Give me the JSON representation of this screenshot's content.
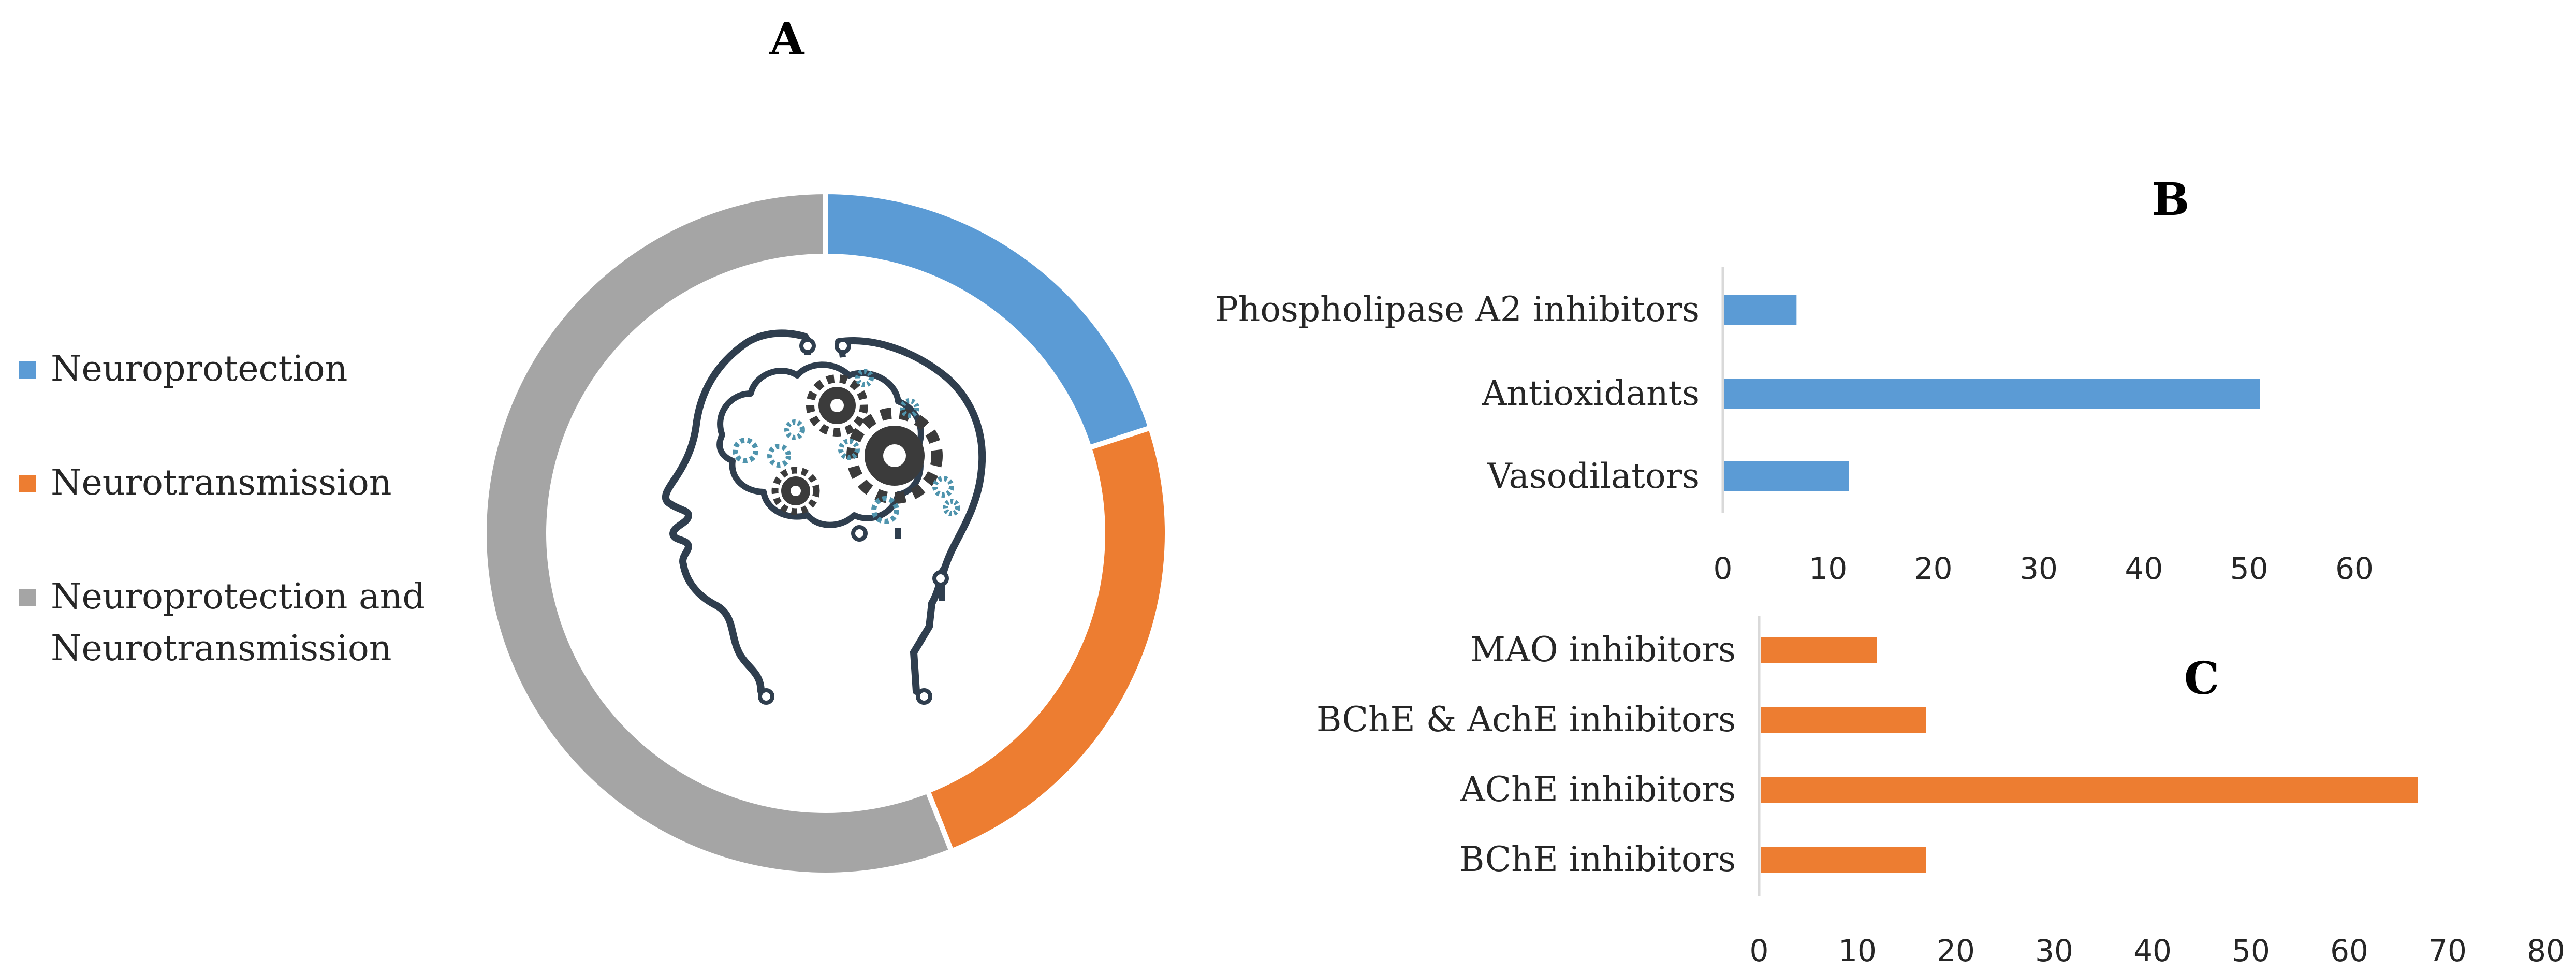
{
  "chart_data": [
    {
      "panel": "A",
      "type": "pie",
      "variant": "donut",
      "categories": [
        "Neuroprotection",
        "Neurotransmission",
        "Neuroprotection and Neurotransmission"
      ],
      "values": [
        20,
        24,
        56
      ],
      "colors": [
        "#5b9bd5",
        "#ed7d31",
        "#a5a5a5"
      ],
      "legend_position": "left",
      "center_icon": "brain-gears-icon"
    },
    {
      "panel": "B",
      "type": "bar",
      "orientation": "horizontal",
      "categories": [
        "Phospholipase A2 inhibitors",
        "Antioxidants",
        "Vasodilators"
      ],
      "values": [
        7,
        51,
        12
      ],
      "color": "#5b9bd5",
      "xlim": [
        0,
        60
      ],
      "xticks": [
        0,
        10,
        20,
        30,
        40,
        50,
        60
      ],
      "grid": false
    },
    {
      "panel": "C",
      "type": "bar",
      "orientation": "horizontal",
      "categories": [
        "MAO inhibitors",
        "BChE & AchE inhibitors",
        "AChE inhibitors",
        "BChE inhibitors"
      ],
      "values": [
        12,
        17,
        67,
        17
      ],
      "color": "#ed7d31",
      "xlim": [
        0,
        80
      ],
      "xticks": [
        0,
        10,
        20,
        30,
        40,
        50,
        60,
        70,
        80
      ],
      "grid": false
    }
  ],
  "legend": {
    "items": [
      {
        "lines": [
          "Neuroprotection"
        ],
        "color": "#5b9bd5"
      },
      {
        "lines": [
          "Neurotransmission"
        ],
        "color": "#ed7d31"
      },
      {
        "lines": [
          "Neuroprotection and",
          "Neurotransmission"
        ],
        "color": "#a5a5a5"
      }
    ]
  },
  "panels": {
    "a_letter": "A",
    "b_letter": "B",
    "c_letter": "C"
  }
}
